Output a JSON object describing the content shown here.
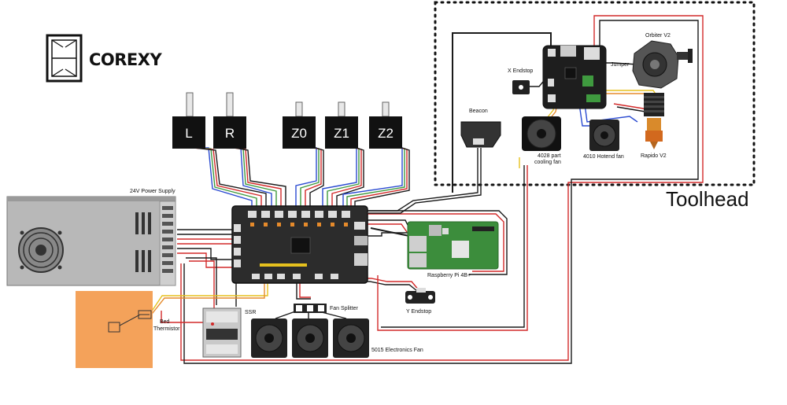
{
  "brand": {
    "name": "COREXY"
  },
  "toolhead": {
    "title": "Toolhead"
  },
  "motors": [
    "L",
    "R",
    "Z0",
    "Z1",
    "Z2"
  ],
  "labels": {
    "psu": "24V Power Supply",
    "bed_thermistor": "Bed\nThermistor",
    "ssr": "SSR",
    "fan_splitter": "Fan Splitter",
    "electronics_fan": "5015 Electronics Fan",
    "raspberry_pi": "Raspberry Pi 4B+",
    "y_endstop": "Y Endstop",
    "beacon": "Beacon",
    "x_endstop": "X Endstop",
    "jumper": "Jumper",
    "orbiter": "Orbiter V2",
    "part_fan": "4028 part\ncooling fan",
    "hotend_fan": "4010 Hotend fan",
    "rapido": "Rapido V2"
  },
  "colors": {
    "wire_red": "#d22a2a",
    "wire_black": "#1a1a1a",
    "wire_blue": "#2b4bd1",
    "wire_green": "#3f9a3f",
    "wire_yellow": "#e6c11e",
    "wire_orange": "#e58a2b",
    "heatbed": "#f4a25a"
  }
}
